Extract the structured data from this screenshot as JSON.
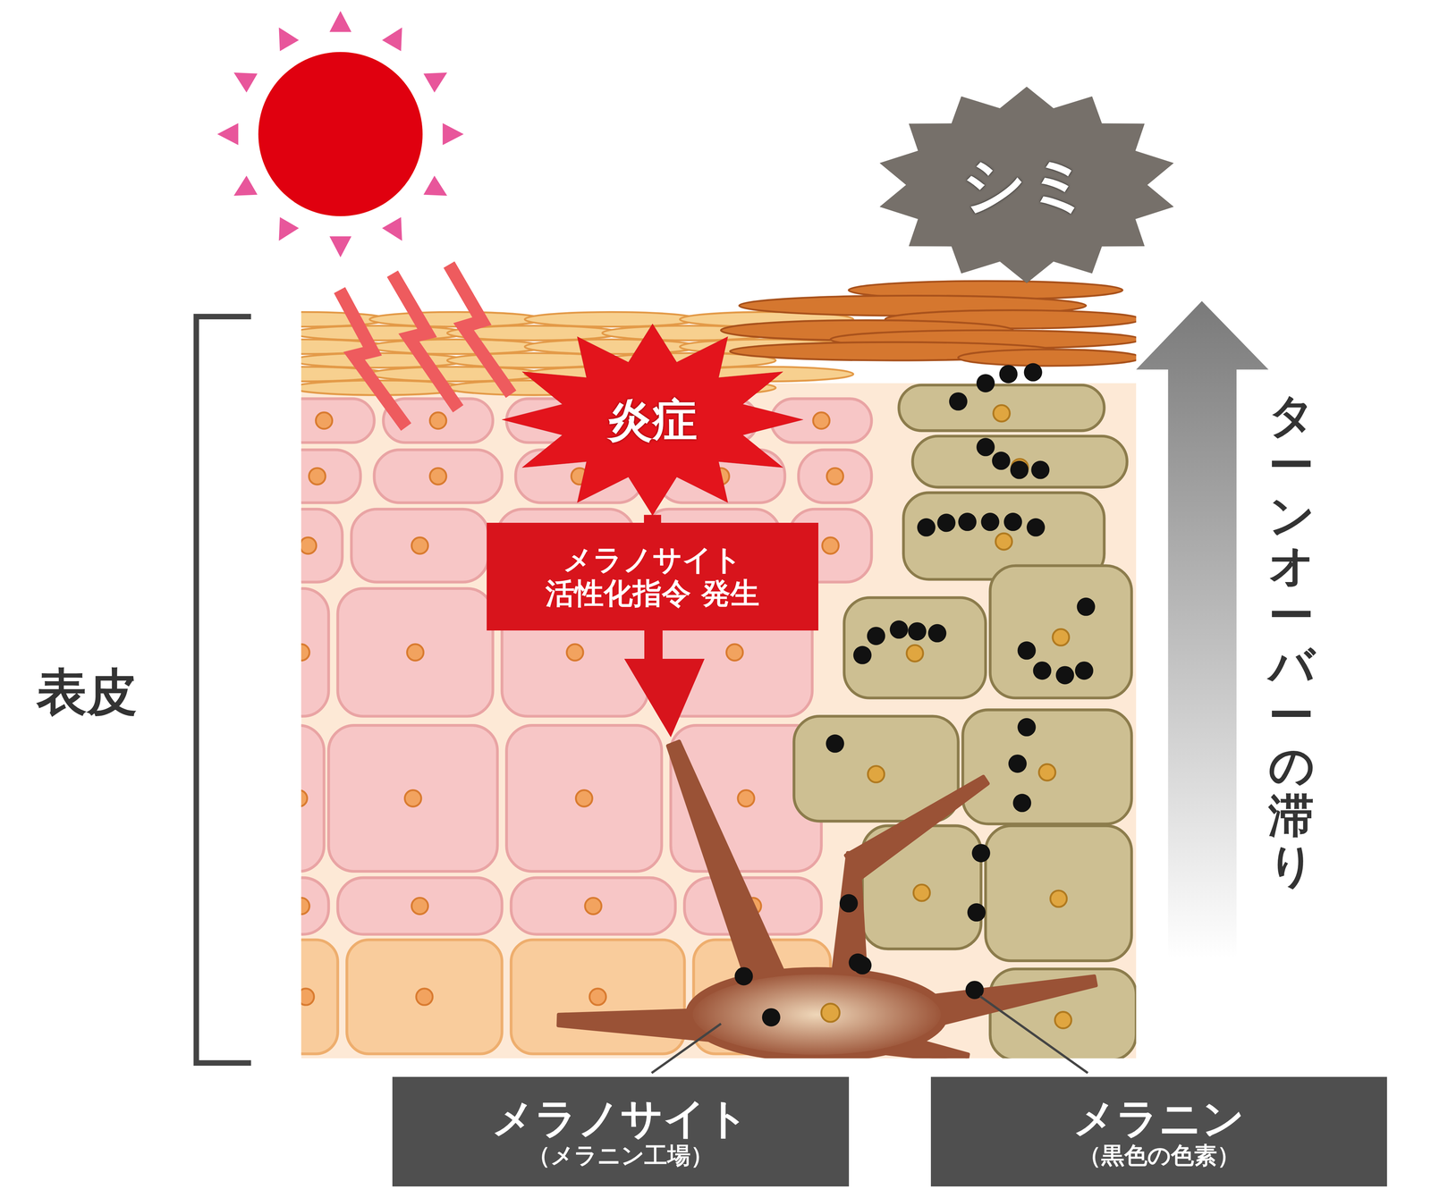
{
  "diagram": {
    "nodes": [
      {
        "text": [
          "シミ"
        ]
      },
      {
        "text": [
          "炎症"
        ]
      },
      {
        "text": [
          "メラノサイト 活性化指令 発生"
        ]
      },
      {
        "text": [
          "メラノサイト",
          "（メラニン工場）"
        ]
      },
      {
        "text": [
          "メラニン",
          "（黒色の色素）"
        ]
      }
    ],
    "edges": [
      {
        "from": 1,
        "to": 2,
        "arrow": "none"
      }
    ],
    "labels": [
      "表皮",
      "ターンオーバーの滞り"
    ]
  }
}
